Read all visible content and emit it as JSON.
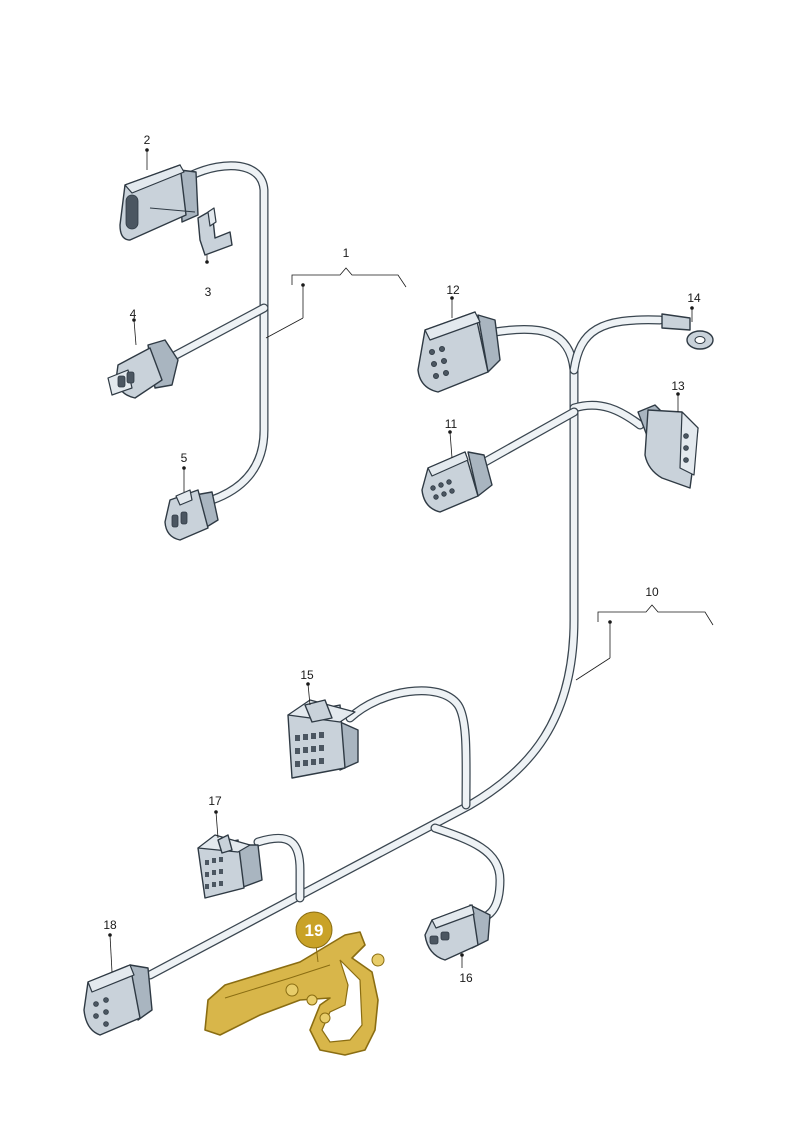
{
  "diagram": {
    "callouts": {
      "c1": "1",
      "c2": "2",
      "c3": "3",
      "c4": "4",
      "c5": "5",
      "c10": "10",
      "c11": "11",
      "c12": "12",
      "c13": "13",
      "c14": "14",
      "c15": "15",
      "c16": "16",
      "c17": "17",
      "c18": "18",
      "c19": "19"
    },
    "colors": {
      "highlight": "#c9a227",
      "highlight_dark": "#8a6d12",
      "connector": "#c9d2da",
      "outline": "#2f3a44",
      "wire": "#eef2f5"
    }
  }
}
